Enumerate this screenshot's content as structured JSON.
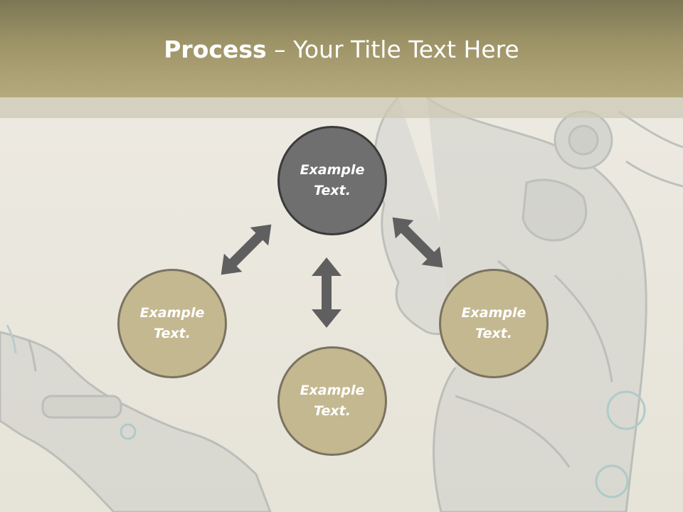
{
  "title": {
    "bold": "Process",
    "rest": " – Your Title Text Here"
  },
  "nodes": [
    {
      "id": "top",
      "text": "Example Text."
    },
    {
      "id": "left",
      "text": "Example Text."
    },
    {
      "id": "right",
      "text": "Example Text."
    },
    {
      "id": "bottom",
      "text": "Example Text."
    }
  ],
  "colors": {
    "title_bar": "#9e9468",
    "center_node": "#6f6f6f",
    "outer_node": "#c4b890",
    "arrow": "#5f5f5f",
    "title_text": "#ffffff"
  },
  "icons": [
    "robot-illustration",
    "double-headed-arrow"
  ]
}
